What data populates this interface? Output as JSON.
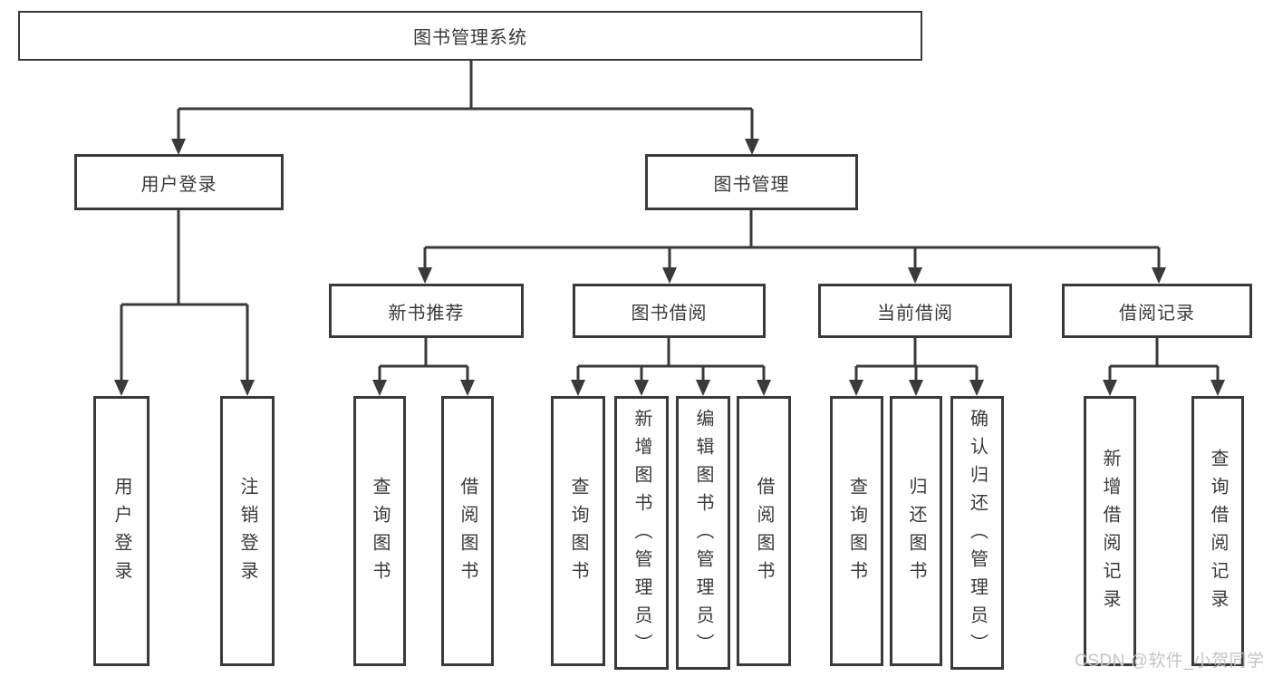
{
  "tree": {
    "root": {
      "label": "图书管理系统"
    },
    "branches": [
      {
        "label": "用户登录",
        "children": [
          {
            "label": "用户登录"
          },
          {
            "label": "注销登录"
          }
        ]
      },
      {
        "label": "图书管理",
        "children": [
          {
            "label": "新书推荐",
            "children": [
              {
                "label": "查询图书"
              },
              {
                "label": "借阅图书"
              }
            ]
          },
          {
            "label": "图书借阅",
            "children": [
              {
                "label": "查询图书"
              },
              {
                "label": "新增图书（管理员）"
              },
              {
                "label": "编辑图书（管理员）"
              },
              {
                "label": "借阅图书"
              }
            ]
          },
          {
            "label": "当前借阅",
            "children": [
              {
                "label": "查询图书"
              },
              {
                "label": "归还图书"
              },
              {
                "label": "确认归还（管理员）"
              }
            ]
          },
          {
            "label": "借阅记录",
            "children": [
              {
                "label": "新增借阅记录"
              },
              {
                "label": "查询借阅记录"
              }
            ]
          }
        ]
      }
    ]
  },
  "watermark": {
    "text": "CSDN @软件_小贺同学"
  },
  "colors": {
    "line": "#3a3a3a",
    "box_border": "#3a3a3a",
    "box_background": "#ffffff",
    "text": "#3a3a3e",
    "watermark": "#c3c5c9"
  }
}
